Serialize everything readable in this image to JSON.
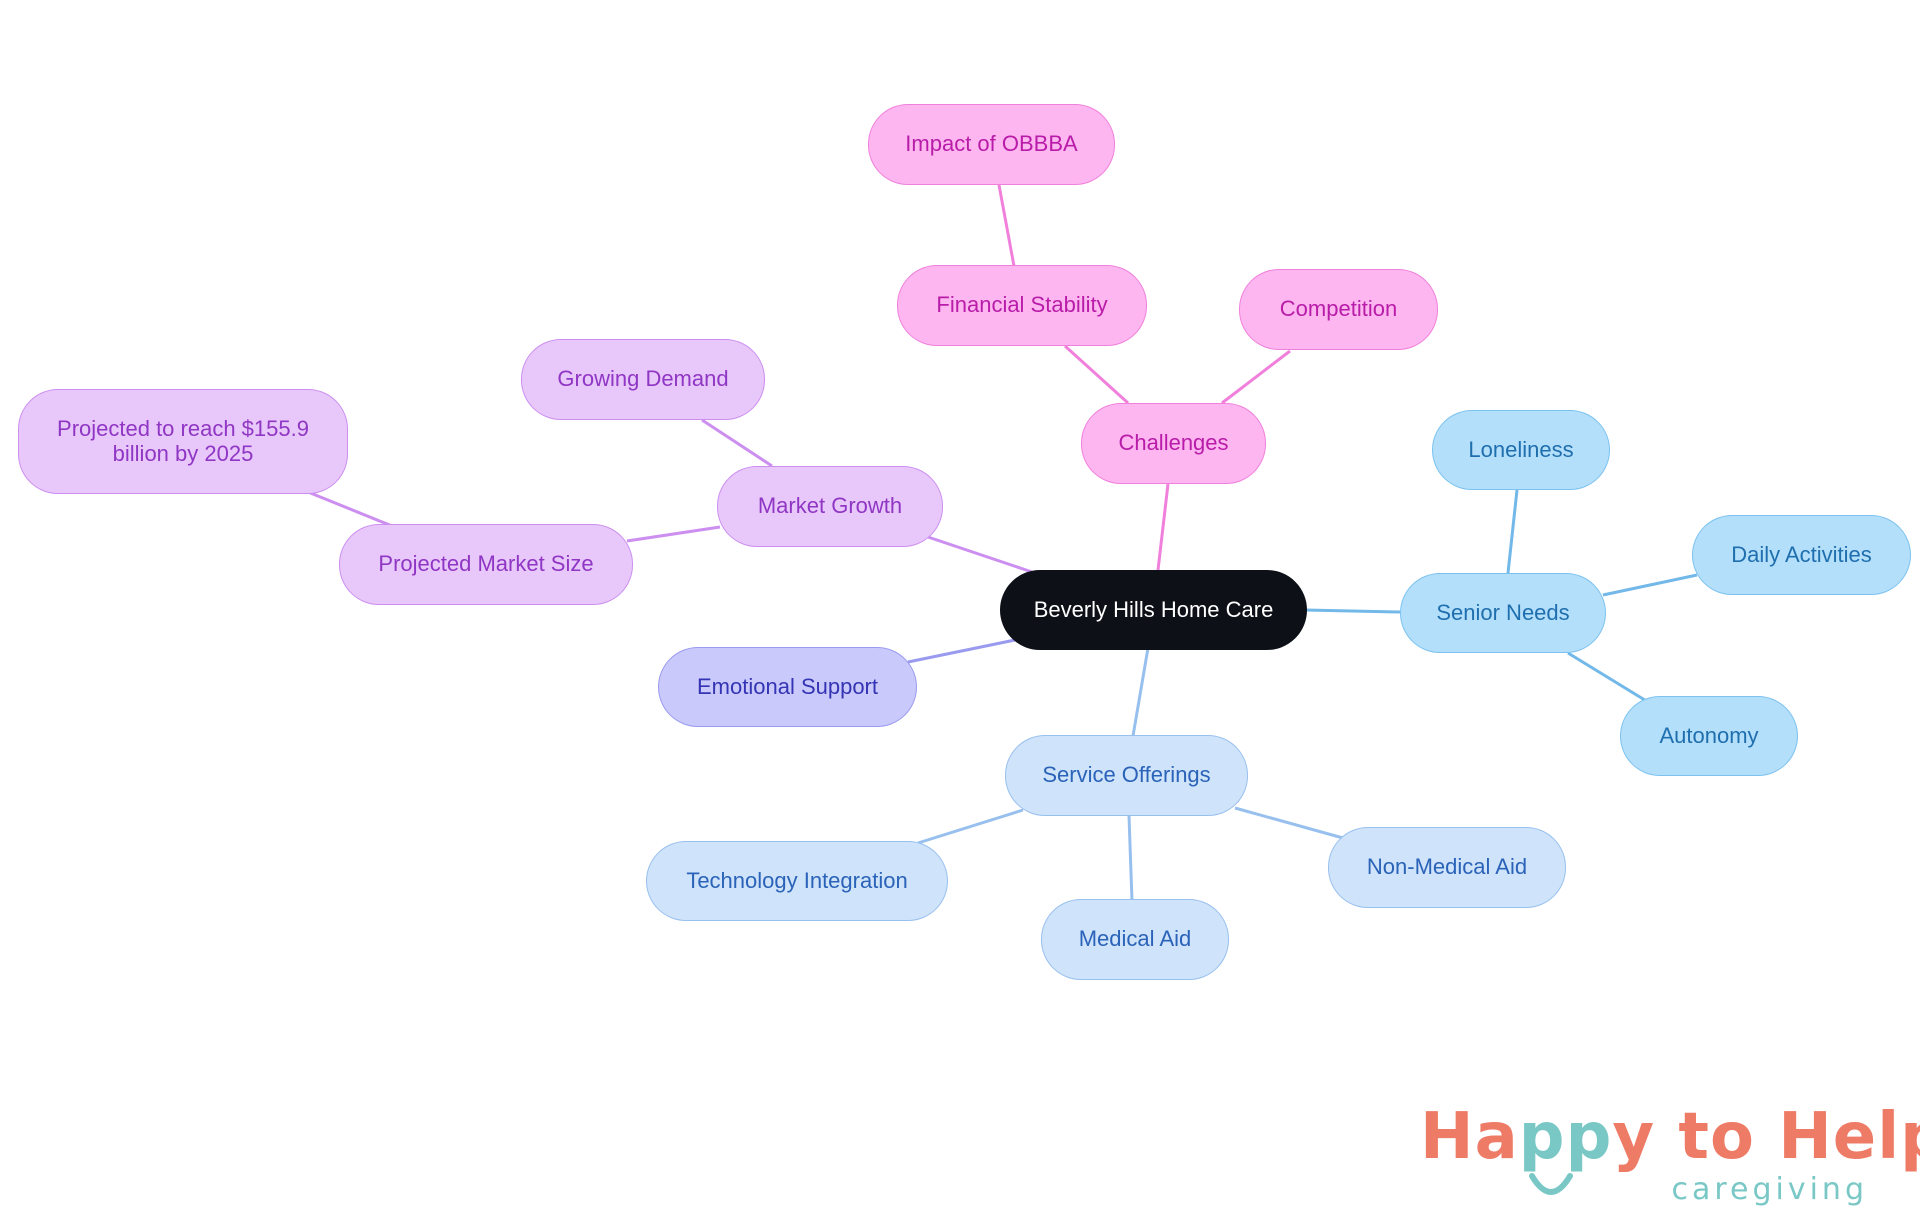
{
  "mindmap": {
    "root": {
      "label": "Beverly Hills Home Care"
    },
    "branches": {
      "senior_needs": {
        "label": "Senior Needs",
        "children": [
          "Loneliness",
          "Daily Activities",
          "Autonomy"
        ]
      },
      "service_offerings": {
        "label": "Service Offerings",
        "children": [
          "Technology Integration",
          "Medical Aid",
          "Non-Medical Aid"
        ]
      },
      "emotional_support": {
        "label": "Emotional Support"
      },
      "market_growth": {
        "label": "Market Growth",
        "growing_demand": "Growing Demand",
        "projected_market_size": "Projected Market Size",
        "projection": "Projected to reach $155.9 billion by 2025"
      },
      "challenges": {
        "label": "Challenges",
        "financial_stability": "Financial Stability",
        "impact": "Impact of OBBBA",
        "competition": "Competition"
      }
    }
  },
  "logo": {
    "word_part1": "Ha",
    "word_part2": "pp",
    "word_part3": "y to Help",
    "subtitle": "caregiving"
  },
  "colors": {
    "root": "#0d1117",
    "senior_needs": "#b3dffb",
    "service_offerings": "#cfe3fb",
    "emotional_support": "#c9c9fb",
    "market_growth": "#e8c8fa",
    "challenges": "#fdb6f0",
    "logo_coral": "#ee7b66",
    "logo_teal": "#79c8c6"
  }
}
